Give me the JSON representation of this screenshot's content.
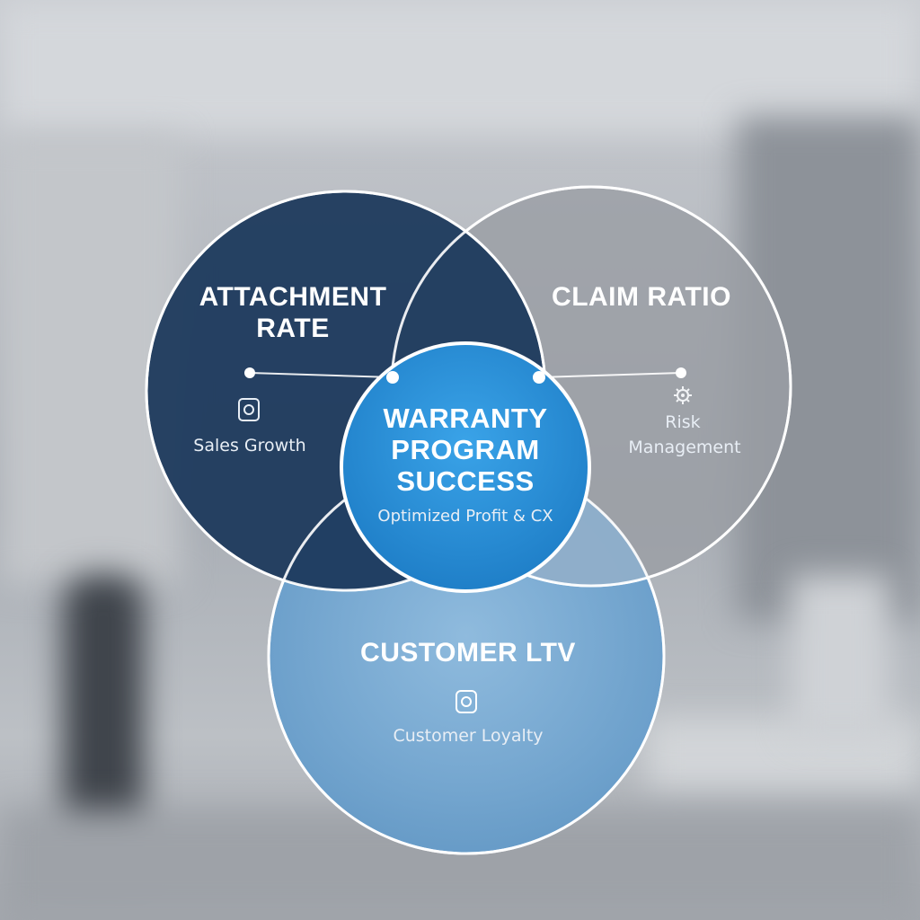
{
  "diagram": {
    "circles": [
      {
        "id": "attachment",
        "title_lines": [
          "ATTACHMENT",
          "RATE"
        ],
        "sub_label": "Sales Growth",
        "icon": "shield-icon",
        "color": "#1f3b5e"
      },
      {
        "id": "claim",
        "title_lines": [
          "CLAIM RATIO"
        ],
        "sub_label_lines": [
          "Risk",
          "Management"
        ],
        "icon": "gear-icon",
        "color": "#9a9ea4"
      },
      {
        "id": "ltv",
        "title_lines": [
          "CUSTOMER LTV"
        ],
        "sub_label": "Customer Loyalty",
        "icon": "loyalty-icon",
        "color": "#6fa3cf"
      }
    ],
    "center": {
      "title_lines": [
        "WARRANTY",
        "PROGRAM",
        "SUCCESS"
      ],
      "sub_label": "Optimized Profit & CX",
      "color": "#2a8fd6"
    }
  }
}
